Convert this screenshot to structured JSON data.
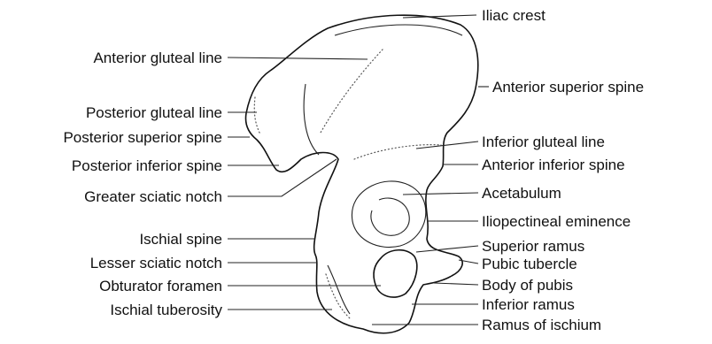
{
  "diagram": {
    "labels_left": [
      "Anterior gluteal line",
      "Posterior gluteal line",
      "Posterior superior spine",
      "Posterior inferior spine",
      "Greater sciatic notch",
      "Ischial spine",
      "Lesser sciatic notch",
      "Obturator foramen",
      "Ischial tuberosity"
    ],
    "labels_right": [
      "Iliac crest",
      "Anterior superior spine",
      "Inferior gluteal line",
      "Anterior inferior spine",
      "Acetabulum",
      "Iliopectineal eminence",
      "Superior ramus",
      "Pubic tubercle",
      "Body of pubis",
      "Inferior ramus",
      "Ramus of ischium"
    ]
  }
}
